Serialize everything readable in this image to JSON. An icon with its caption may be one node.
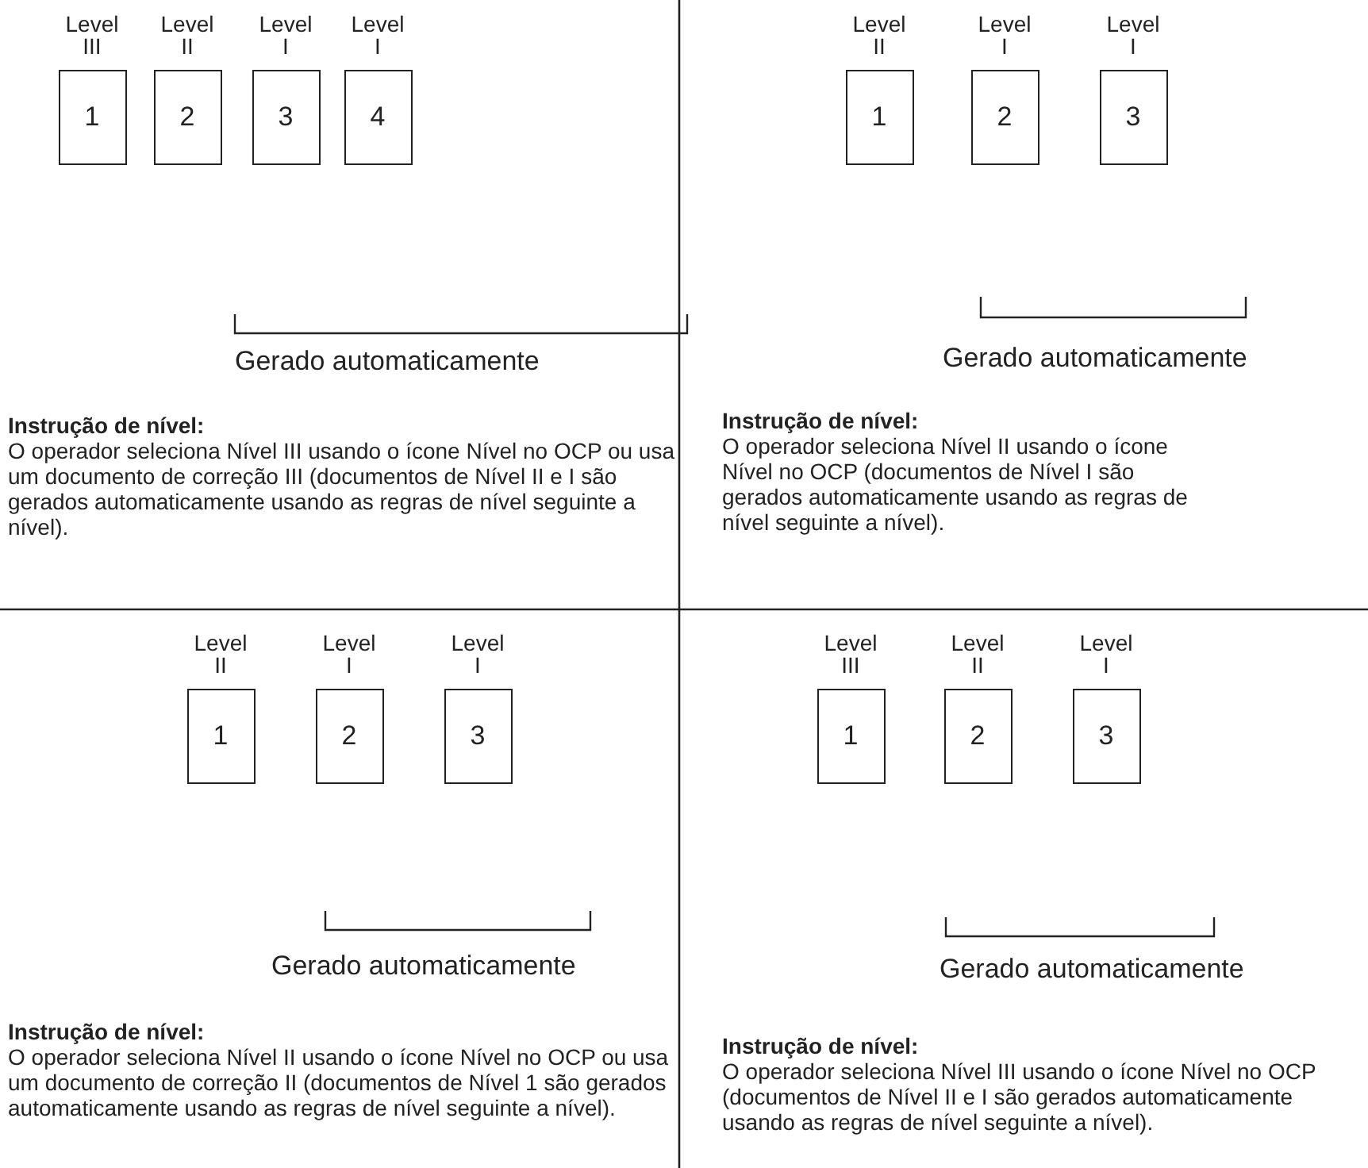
{
  "diagram": {
    "nodes": [
      {
        "text": [
          "Level III",
          "1"
        ]
      },
      {
        "text": [
          "Level II",
          "2"
        ]
      },
      {
        "text": [
          "Level I",
          "3"
        ]
      },
      {
        "text": [
          "Level I",
          "4"
        ]
      },
      {
        "text": [
          "Level II",
          "1"
        ]
      },
      {
        "text": [
          "Level I",
          "2"
        ]
      },
      {
        "text": [
          "Level I",
          "3"
        ]
      },
      {
        "text": [
          "Level II",
          "1"
        ]
      },
      {
        "text": [
          "Level I",
          "2"
        ]
      },
      {
        "text": [
          "Level I",
          "3"
        ]
      },
      {
        "text": [
          "Level III",
          "1"
        ]
      },
      {
        "text": [
          "Level II",
          "2"
        ]
      },
      {
        "text": [
          "Level I",
          "3"
        ]
      }
    ],
    "edges": [],
    "labels": [
      "Gerado automaticamente",
      "Instrução de nível:",
      "O operador seleciona Nível III usando o ícone Nível no OCP ou usa um documento de correção III (documentos de Nível II e I são gerados automaticamente usando as regras de nível seguinte a nível).",
      "Gerado automaticamente",
      "Instrução de nível:",
      "O operador seleciona Nível II usando o ícone Nível no OCP (documentos de Nível I são gerados automaticamente usando as regras de nível seguinte a nível).",
      "Gerado automaticamente",
      "Instrução de nível:",
      "O operador seleciona Nível II usando o ícone Nível no OCP ou usa um documento de correção II (documentos de Nível 1 são gerados automaticamente usando as regras de nível seguinte a nível).",
      "Gerado automaticamente",
      "Instrução de nível:",
      "O operador seleciona Nível III usando o ícone Nível no OCP (documentos de Nível II e I são gerados automaticamente usando as regras de nível seguinte a nível)."
    ]
  }
}
